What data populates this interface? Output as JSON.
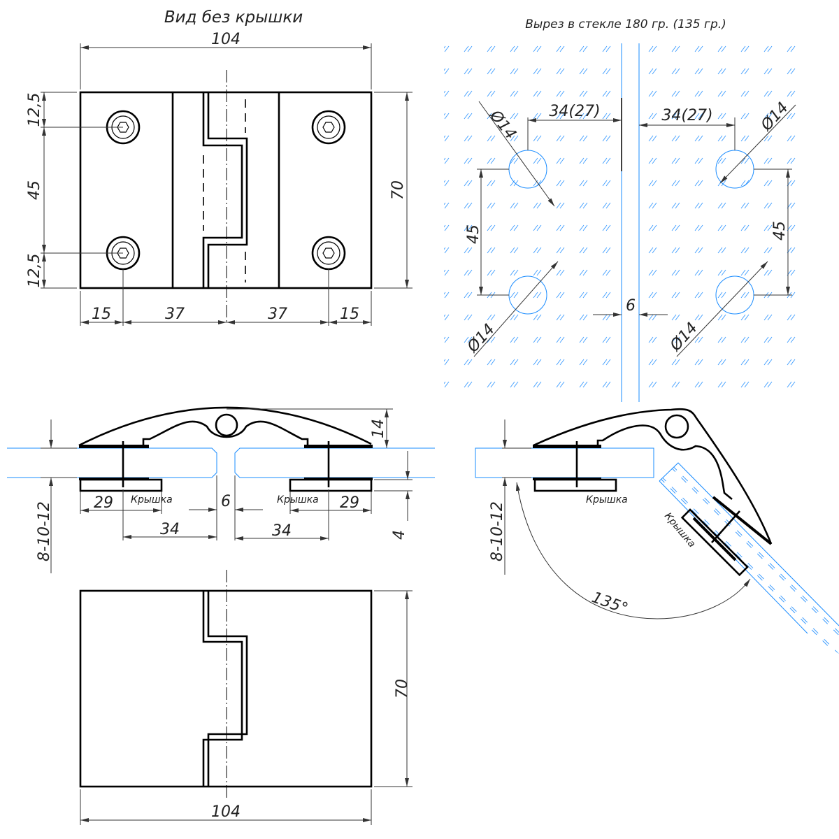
{
  "top_view": {
    "title": "Вид без крышки",
    "dims": {
      "width": "104",
      "top_offset": "12,5",
      "hole_spacing": "45",
      "bottom_offset": "12,5",
      "height": "70",
      "left_edge": "15",
      "left_half": "37",
      "right_half": "37",
      "right_edge": "15"
    }
  },
  "cutout_view": {
    "title": "Вырез в стекле 180 гр. (135 гр.)",
    "dims": {
      "dia_tl": "Ø14",
      "dia_tr": "Ø14",
      "dia_bl": "Ø14",
      "dia_br": "Ø14",
      "offset_left": "34(27)",
      "offset_right": "34(27)",
      "spacing_left": "45",
      "spacing_right": "45",
      "gap": "6"
    }
  },
  "side_view": {
    "dims": {
      "height": "14",
      "glass": "8-10-12",
      "cover_left": "29",
      "cover_right": "29",
      "hole_left": "34",
      "hole_right": "34",
      "gap": "6",
      "cover_thickness": "4"
    },
    "cover_label_left": "Крышка",
    "cover_label_right": "Крышка"
  },
  "open_view": {
    "dims": {
      "glass": "8-10-12",
      "angle": "135°"
    },
    "cover_label_flat": "Крышка",
    "cover_label_rotated": "Крышка"
  },
  "bottom_view": {
    "dims": {
      "height": "70",
      "width": "104"
    }
  },
  "colors": {
    "line": "#000000",
    "glass": "#1a8cff"
  }
}
